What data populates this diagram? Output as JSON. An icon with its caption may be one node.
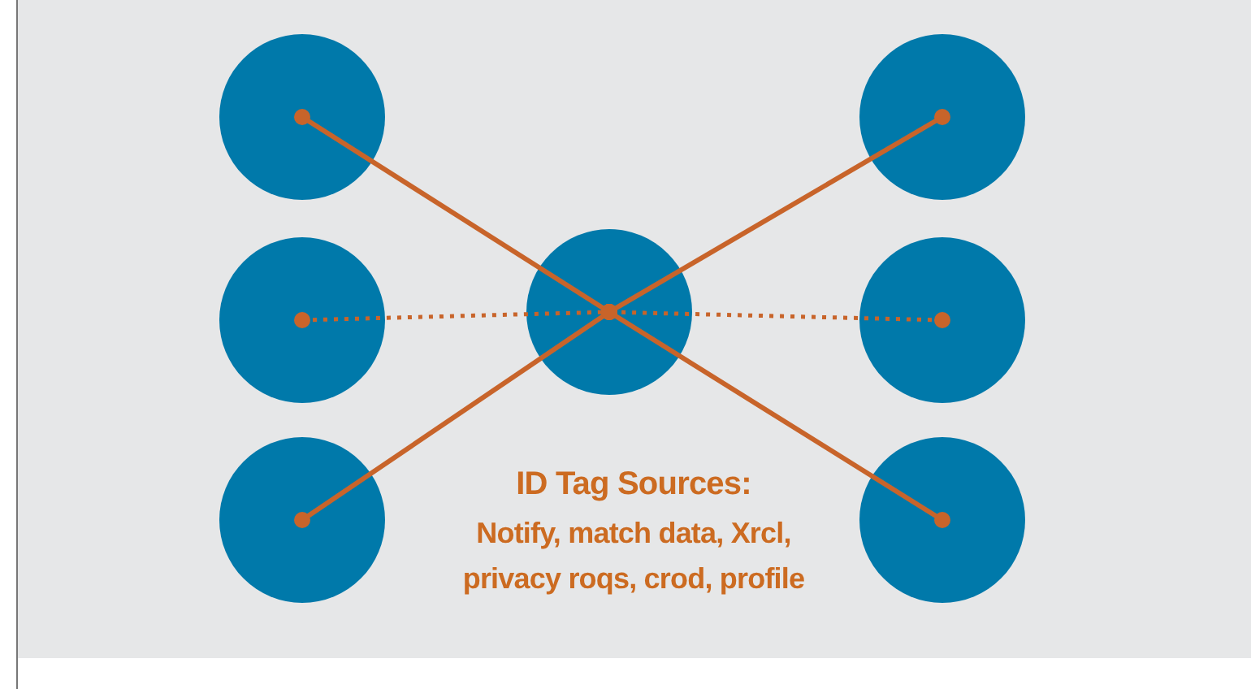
{
  "diagram": {
    "nodes": [
      {
        "text": [],
        "shape": "circle"
      },
      {
        "text": [],
        "shape": "circle"
      },
      {
        "text": [],
        "shape": "circle"
      },
      {
        "text": [],
        "shape": "circle"
      },
      {
        "text": [],
        "shape": "circle"
      },
      {
        "text": [],
        "shape": "circle"
      },
      {
        "text": [],
        "shape": "circle"
      }
    ],
    "edges": [
      {
        "from": 0,
        "to": 3,
        "arrow": "other"
      },
      {
        "from": 1,
        "to": 3,
        "arrow": "other"
      },
      {
        "from": 2,
        "to": 3,
        "arrow": "other",
        "style": "dashed"
      },
      {
        "from": 4,
        "to": 3,
        "arrow": "other",
        "style": "dashed"
      },
      {
        "from": 5,
        "to": 3,
        "arrow": "other"
      },
      {
        "from": 6,
        "to": 3,
        "arrow": "other"
      }
    ],
    "labels": [
      "ID Tag Sources:",
      "Notify, match data, Xrcl, privacy roqs, crod, profile"
    ]
  }
}
